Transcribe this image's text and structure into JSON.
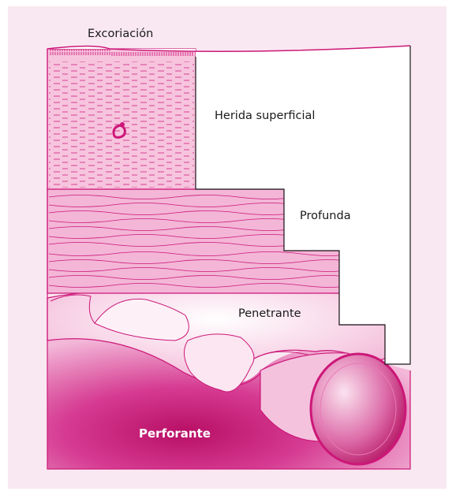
{
  "labels": {
    "excoriacion": "Excoriación",
    "superficial": "Herida superficial",
    "profunda": "Profunda",
    "penetrante": "Penetrante",
    "perforante": "Perforante"
  },
  "colors": {
    "background": "#f9e8f1",
    "epidermis": "#f7c4de",
    "dermis": "#f3b6d7",
    "subcutis": "#f8d6e8",
    "muscle": "#d83d96",
    "outline": "#cc1778",
    "dark": "#b3105f"
  }
}
